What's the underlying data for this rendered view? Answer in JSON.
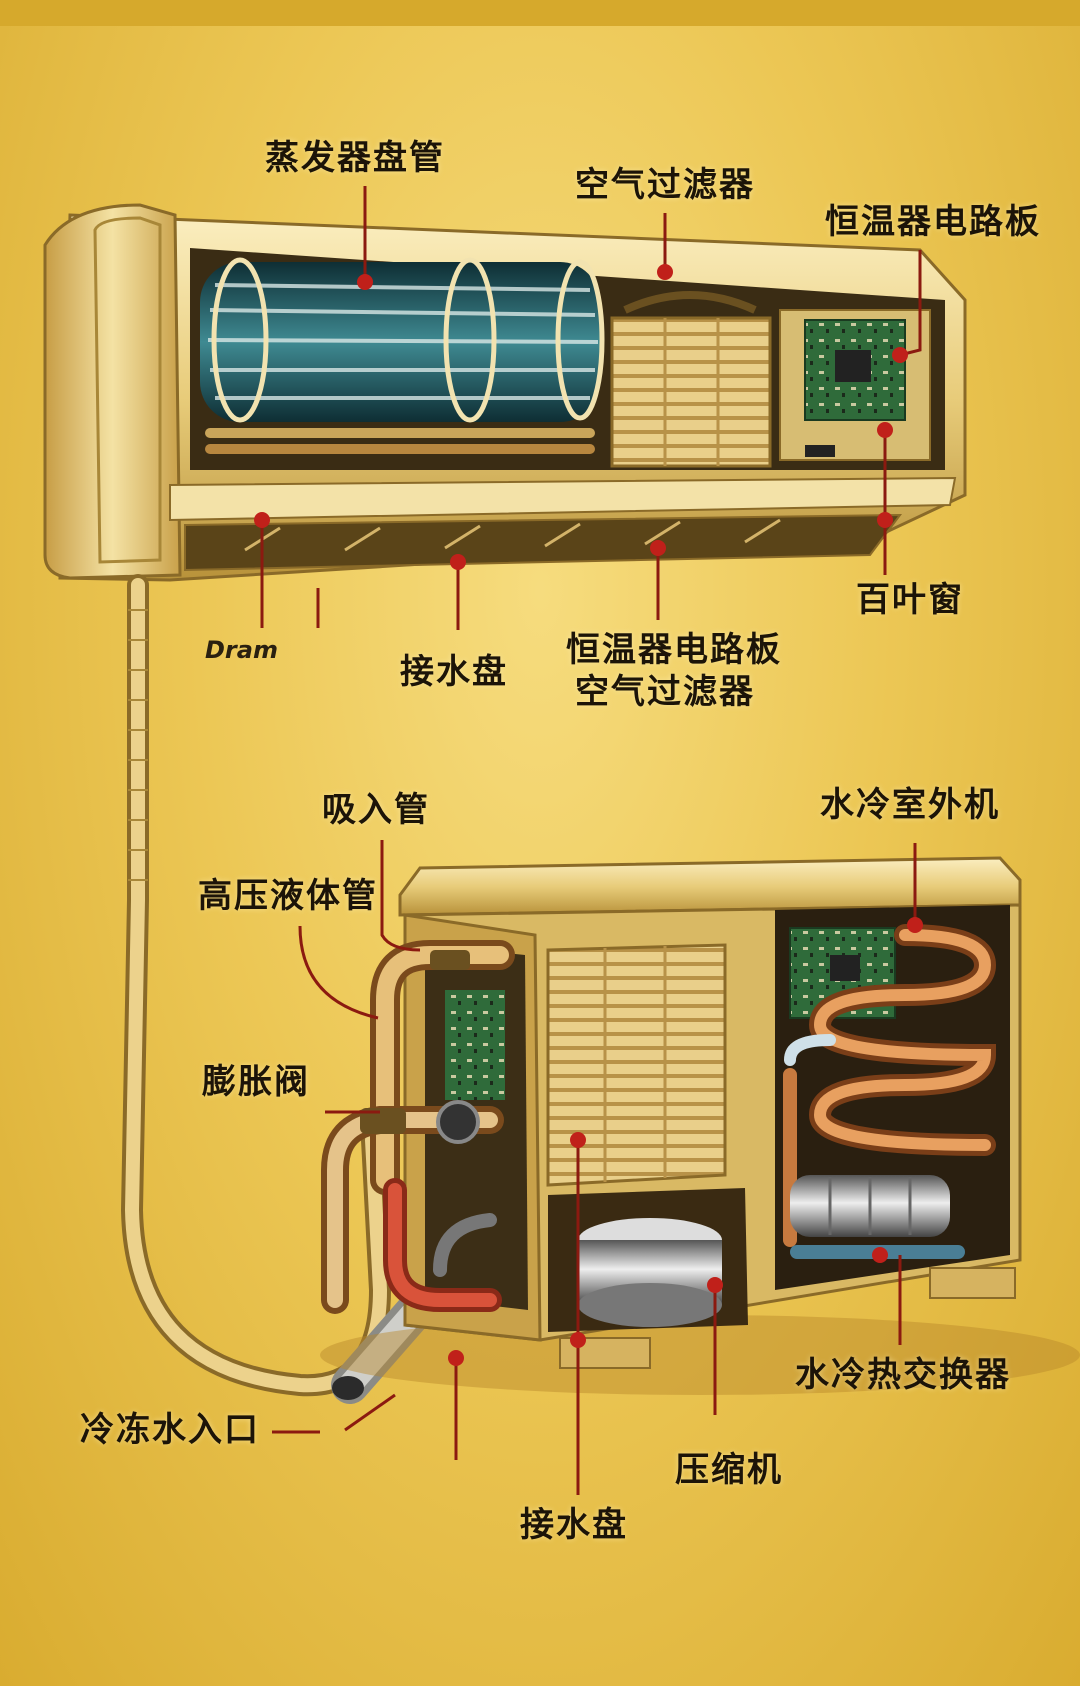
{
  "labels": {
    "evaporator_coil": "蒸发器盘管",
    "air_filter": "空气过滤器",
    "thermostat_board": "恒温器电路板",
    "louver": "百叶窗",
    "drain_pan_indoor": "接水盘",
    "thermostat_board_2": "恒温器电路板",
    "air_filter_2": "空气过滤器",
    "suction_pipe": "吸入管",
    "water_cooled_outdoor_unit": "水冷室外机",
    "high_pressure_liquid_pipe": "高压液体管",
    "expansion_valve": "膨胀阀",
    "chilled_water_inlet": "冷冻水入口",
    "water_cooled_heat_exchanger": "水冷热交换器",
    "compressor": "压缩机",
    "drain_pan_outdoor": "接水盘"
  },
  "brand": "Dram",
  "colors": {
    "background": "#ecc755",
    "unit_gold": "#e9cf7d",
    "leader_line": "#8b1a10",
    "leader_dot": "#c0201a",
    "copper_pipe": "#c77a3f",
    "circuit_green": "#2f6b3a"
  }
}
